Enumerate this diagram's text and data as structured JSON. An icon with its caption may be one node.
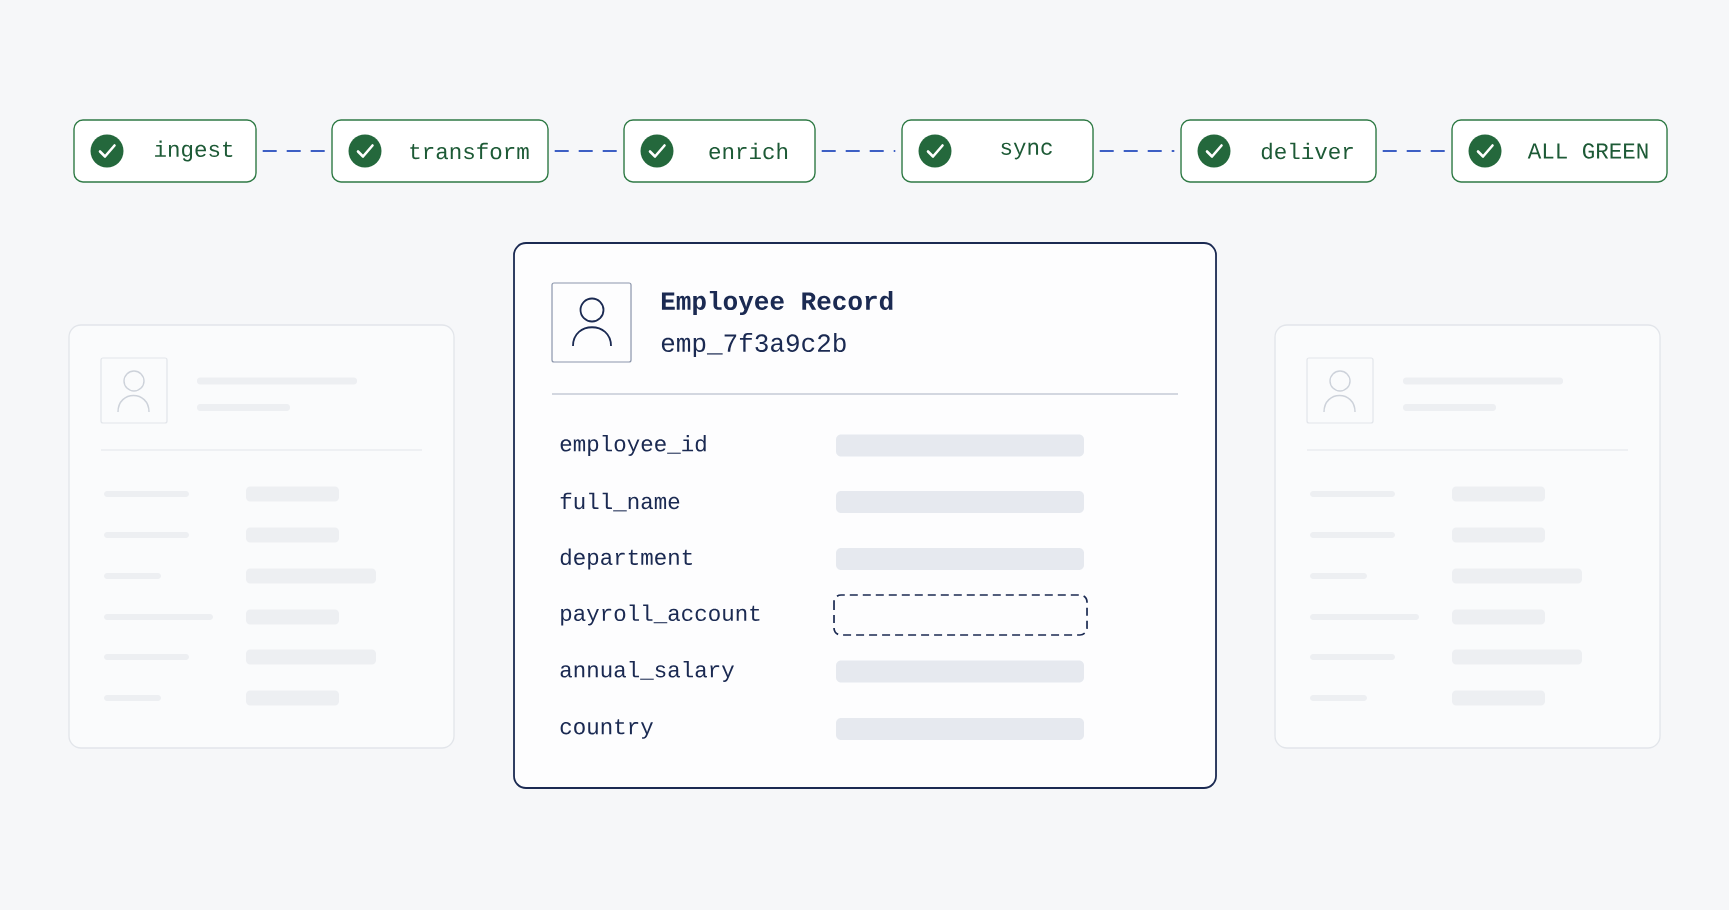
{
  "diagram": {
    "nodes": [
      {
        "text": [
          "ingest"
        ]
      },
      {
        "text": [
          "transform"
        ]
      },
      {
        "text": [
          "enrich"
        ]
      },
      {
        "text": [
          "sync"
        ]
      },
      {
        "text": [
          "deliver"
        ]
      },
      {
        "text": [
          "ALL GREEN"
        ]
      },
      {
        "text": [],
        "shape": "box"
      },
      {
        "text": [
          "Employee Record",
          "emp_7f3a9c2b"
        ]
      },
      {
        "text": [],
        "shape": "box"
      }
    ],
    "edges": [
      {
        "from": 0,
        "to": 1,
        "arrow": "none",
        "style": "dashed"
      },
      {
        "from": 1,
        "to": 2,
        "arrow": "none",
        "style": "dashed"
      },
      {
        "from": 2,
        "to": 3,
        "arrow": "none",
        "style": "dashed"
      },
      {
        "from": 3,
        "to": 4,
        "arrow": "none",
        "style": "dashed"
      },
      {
        "from": 4,
        "to": 5,
        "arrow": "none",
        "style": "dashed"
      }
    ],
    "labels": [
      "employee_id",
      "full_name",
      "department",
      "payroll_account",
      "annual_salary",
      "country"
    ]
  }
}
